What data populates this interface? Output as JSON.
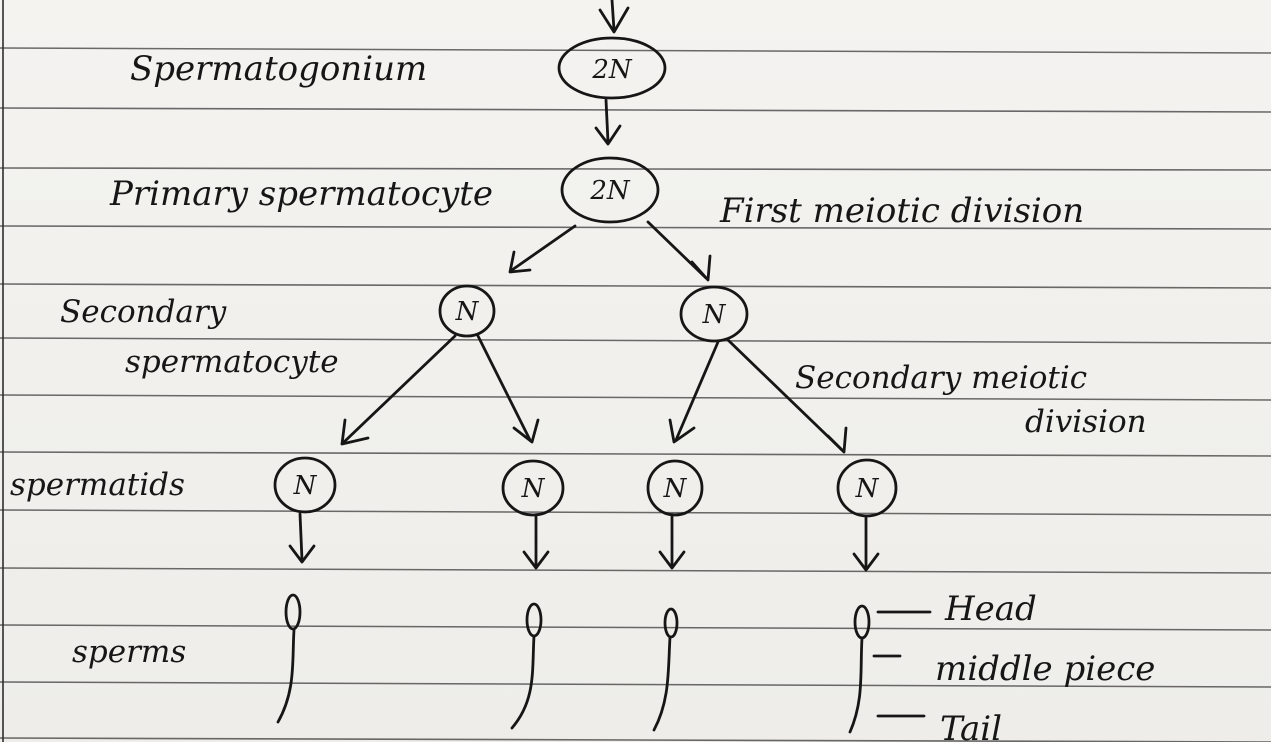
{
  "stages": {
    "spermatogonium_label": "Spermatogonium",
    "primary_label": "Primary spermatocyte",
    "secondary_label_line1": "Secondary",
    "secondary_label_line2": "spermatocyte",
    "spermatids_label": "spermatids",
    "sperms_label": "sperms"
  },
  "nodes": {
    "spermatogonium": "2N",
    "primary": "2N",
    "secondary": [
      "N",
      "N"
    ],
    "spermatids": [
      "N",
      "N",
      "N",
      "N"
    ]
  },
  "divisions": {
    "first": "First meiotic division",
    "second_line1": "Secondary meiotic",
    "second_line2": "division"
  },
  "sperm_parts": {
    "head": "Head",
    "middle": "middle piece",
    "tail": "Tail"
  }
}
